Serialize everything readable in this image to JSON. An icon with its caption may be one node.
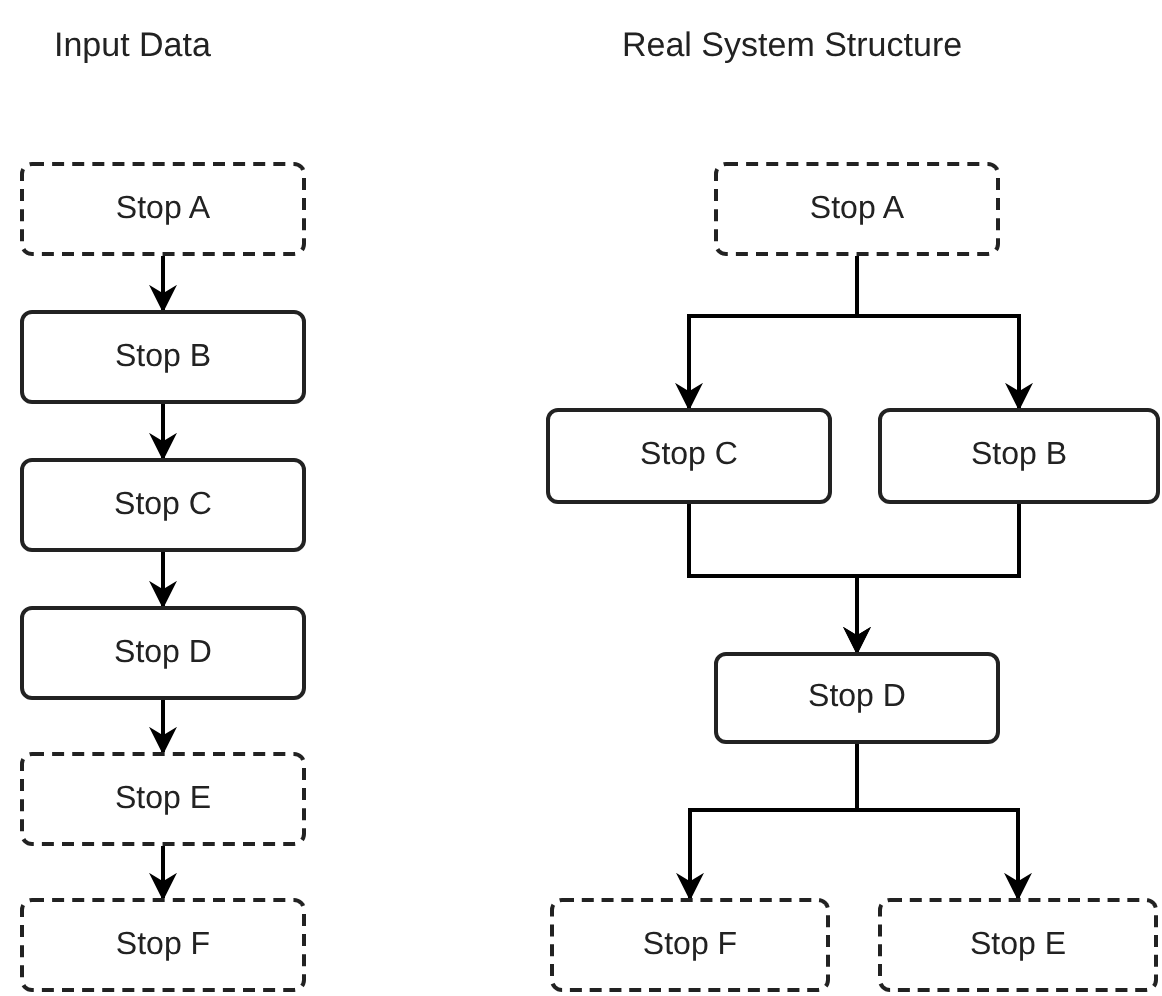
{
  "diagram": {
    "nodes": [
      {
        "text": [
          "Stop A"
        ]
      },
      {
        "text": [
          "Stop B"
        ]
      },
      {
        "text": [
          "Stop C"
        ]
      },
      {
        "text": [
          "Stop D"
        ]
      },
      {
        "text": [
          "Stop E"
        ]
      },
      {
        "text": [
          "Stop F"
        ]
      },
      {
        "text": [
          "Stop A"
        ]
      },
      {
        "text": [
          "Stop C"
        ]
      },
      {
        "text": [
          "Stop B"
        ]
      },
      {
        "text": [
          "Stop D"
        ]
      },
      {
        "text": [
          "Stop F"
        ]
      },
      {
        "text": [
          "Stop E"
        ]
      }
    ],
    "edges": [
      {
        "from": 0,
        "to": 1,
        "arrow": "to"
      },
      {
        "from": 1,
        "to": 2,
        "arrow": "to"
      },
      {
        "from": 2,
        "to": 3,
        "arrow": "to"
      },
      {
        "from": 3,
        "to": 4,
        "arrow": "to"
      },
      {
        "from": 4,
        "to": 5,
        "arrow": "to"
      },
      {
        "from": 6,
        "to": 7,
        "arrow": "to"
      },
      {
        "from": 6,
        "to": 8,
        "arrow": "to"
      },
      {
        "from": 7,
        "to": 9,
        "arrow": "to"
      },
      {
        "from": 8,
        "to": 9,
        "arrow": "to"
      },
      {
        "from": 9,
        "to": 10,
        "arrow": "to"
      },
      {
        "from": 9,
        "to": 11,
        "arrow": "to"
      }
    ],
    "labels": [
      "Input Data",
      "Real System Structure"
    ]
  }
}
